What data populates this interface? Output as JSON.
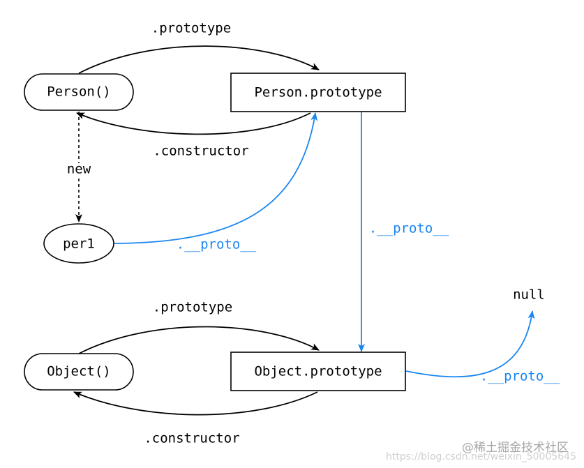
{
  "colors": {
    "black": "#000000",
    "blue": "#1a86f0",
    "watermark": "#b9b9b9"
  },
  "nodes": {
    "person_ctor": "Person()",
    "person_proto": "Person.prototype",
    "per1": "per1",
    "object_ctor": "Object()",
    "object_proto": "Object.prototype",
    "null": "null"
  },
  "edges": {
    "person_prototype": ".prototype",
    "person_constructor": ".constructor",
    "new": "new",
    "per1_proto": ".__proto__",
    "person_proto_proto": ".__proto__",
    "object_prototype": ".prototype",
    "object_constructor": ".constructor",
    "object_proto_proto": ".__proto__"
  },
  "watermark": {
    "brand": "@稀土掘金技术社区",
    "url": "https://blog.csdn.net/weixin_50005645"
  }
}
